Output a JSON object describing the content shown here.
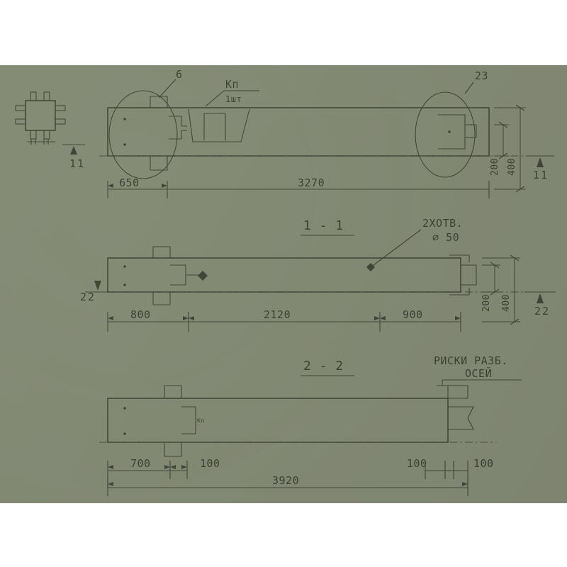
{
  "sheet": {
    "background_color": "#868d77",
    "ink_color": "#3f4637",
    "page_background": "#ffffff"
  },
  "views": [
    {
      "id": "plan-view",
      "name": "top-plan-view",
      "section_label": "",
      "callouts": [
        {
          "id": "mark-6",
          "text": "6"
        },
        {
          "id": "mark-kp",
          "text": "Кп"
        },
        {
          "id": "mark-kp-qty",
          "text": "1шт"
        },
        {
          "id": "mark-23",
          "text": "23"
        }
      ],
      "dimensions_horizontal": [
        {
          "id": "dim-650",
          "value": "650"
        },
        {
          "id": "dim-3270",
          "value": "3270"
        }
      ],
      "dimensions_vertical": [
        {
          "id": "dim-200-top",
          "value": "200"
        },
        {
          "id": "dim-400-top",
          "value": "400"
        }
      ],
      "section_markers": [
        {
          "id": "section-arrow-1-left",
          "text": "1"
        },
        {
          "id": "section-arrow-1-right",
          "text": "1"
        }
      ]
    },
    {
      "id": "section-1-1",
      "name": "section-view-1-1",
      "section_label": "1 - 1",
      "callouts": [
        {
          "id": "holes-note-line1",
          "text": "2ХОТВ."
        },
        {
          "id": "holes-note-line2",
          "text": "⌀ 50"
        }
      ],
      "dimensions_horizontal": [
        {
          "id": "dim-800",
          "value": "800"
        },
        {
          "id": "dim-2120",
          "value": "2120"
        },
        {
          "id": "dim-900",
          "value": "900"
        }
      ],
      "dimensions_vertical": [
        {
          "id": "dim-200-mid",
          "value": "200"
        },
        {
          "id": "dim-400-mid",
          "value": "400"
        }
      ],
      "section_markers": [
        {
          "id": "section-arrow-2-left",
          "text": "2"
        },
        {
          "id": "section-arrow-2-right",
          "text": "2"
        }
      ]
    },
    {
      "id": "section-2-2",
      "name": "section-view-2-2",
      "section_label": "2 - 2",
      "callouts": [
        {
          "id": "axis-marks-note-line1",
          "text": "РИСКИ РАЗБ."
        },
        {
          "id": "axis-marks-note-line2",
          "text": "ОСЕЙ"
        },
        {
          "id": "inner-mark-kp",
          "text": "Кп"
        }
      ],
      "dimensions_horizontal": [
        {
          "id": "dim-700",
          "value": "700"
        },
        {
          "id": "dim-100-left",
          "value": "100"
        },
        {
          "id": "dim-100-right",
          "value": "100"
        },
        {
          "id": "dim-100-far",
          "value": "100"
        },
        {
          "id": "dim-3920-total",
          "value": "3920"
        }
      ]
    },
    {
      "id": "end-view",
      "name": "end-cross-section-view",
      "section_markers": [
        {
          "id": "end-view-section-arrow",
          "text": "1"
        },
        {
          "id": "end-view-section-arrow-2",
          "text": "1"
        }
      ]
    }
  ]
}
